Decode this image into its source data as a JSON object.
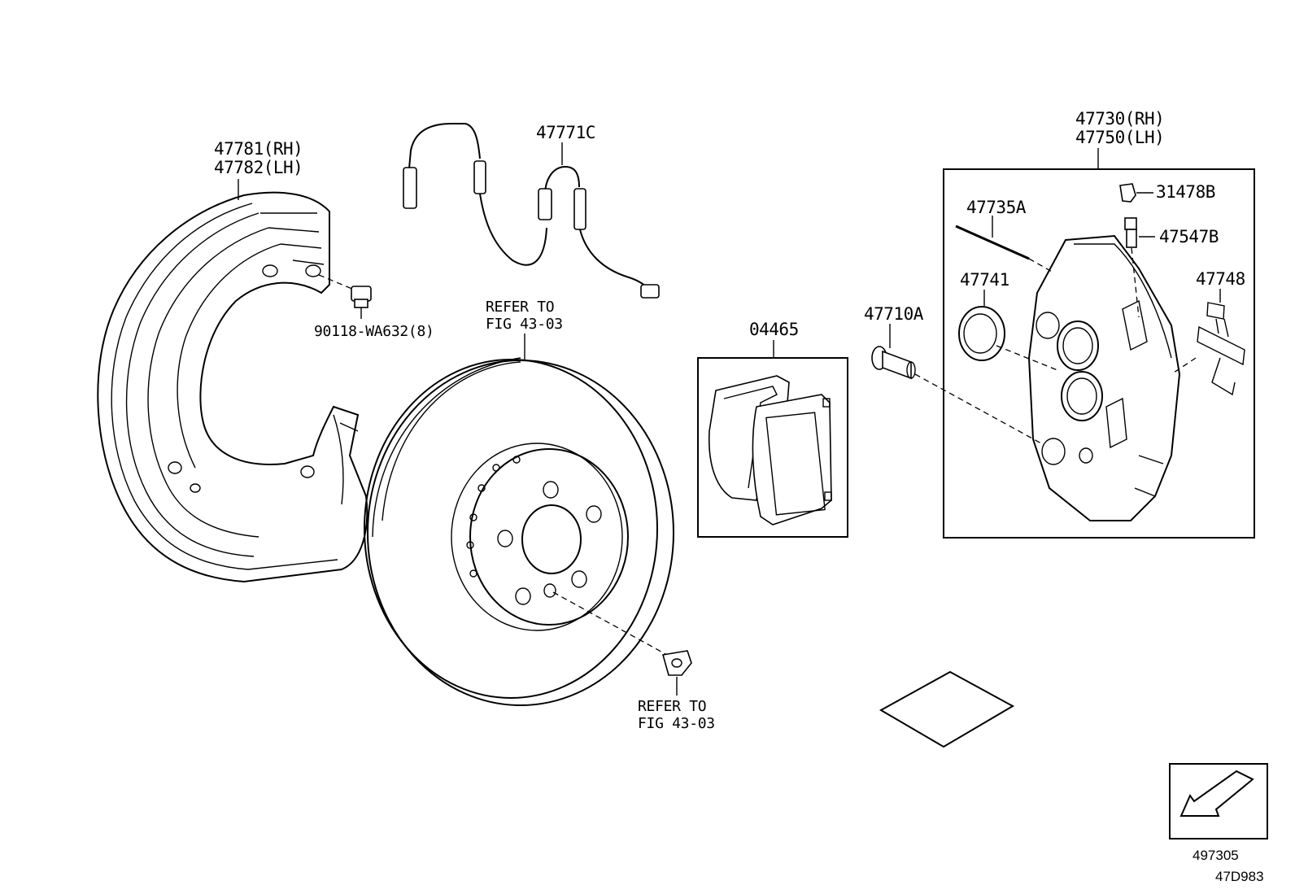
{
  "diagram": {
    "labels": {
      "shield": [
        "47781(RH)",
        "47782(LH)"
      ],
      "shield_bolt": "90118-WA632(8)",
      "sensor_wire": "47771C",
      "rotor_note": [
        "REFER TO",
        "FIG 43-03"
      ],
      "rotor_screw_note": [
        "REFER TO",
        "FIG 43-03"
      ],
      "pad_kit": "04465",
      "caliper": [
        "47730(RH)",
        "47750(LH)"
      ],
      "pin": "47735A",
      "seal": "47741",
      "bleeder_cap": "31478B",
      "bleeder_plug": "47547B",
      "spring": "47748",
      "caliper_bolt": "47710A"
    },
    "footer": {
      "ref_number": "497305",
      "diagram_code": "47D983"
    },
    "icons": {
      "front_arrow": "direction-arrow-icon",
      "note_sheet": "blank-sheet-icon"
    }
  }
}
